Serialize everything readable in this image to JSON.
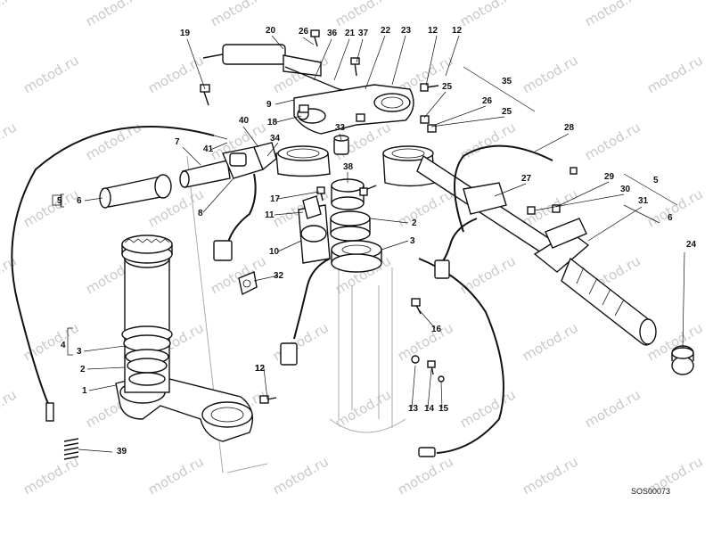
{
  "diagram": {
    "drawing_code": "SOS00073",
    "watermark_text": "motod.ru",
    "callouts": [
      "1",
      "2",
      "2",
      "3",
      "3",
      "4",
      "5",
      "5",
      "6",
      "6",
      "7",
      "8",
      "9",
      "10",
      "11",
      "12",
      "12",
      "12",
      "12",
      "13",
      "14",
      "15",
      "16",
      "17",
      "18",
      "19",
      "20",
      "21",
      "22",
      "23",
      "24",
      "25",
      "25",
      "26",
      "26",
      "27",
      "28",
      "29",
      "30",
      "31",
      "32",
      "33",
      "34",
      "35",
      "36",
      "37",
      "38",
      "39",
      "40",
      "41"
    ],
    "colors": {
      "line": "#111111",
      "background": "#ffffff",
      "watermark": "#c9c9c9"
    },
    "icons": [
      "square-bracket-label-5"
    ]
  }
}
